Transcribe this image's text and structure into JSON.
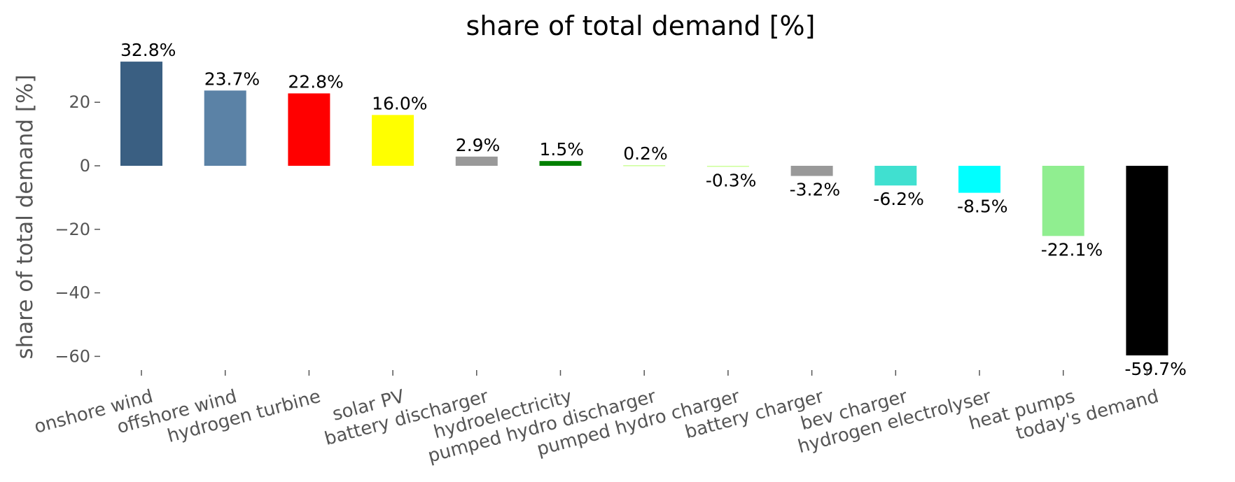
{
  "chart_data": {
    "type": "bar",
    "title": "share of total demand [%]",
    "ylabel": "share of total demand [%]",
    "xlabel": "",
    "ylim": [
      -65,
      37
    ],
    "yticks": [
      20,
      0,
      -20,
      -40,
      -60
    ],
    "ytick_labels": [
      "20",
      "0",
      "−20",
      "−40",
      "−60"
    ],
    "grid": false,
    "categories": [
      "onshore wind",
      "offshore wind",
      "hydrogen turbine",
      "solar PV",
      "battery discharger",
      "hydroelectricity",
      "pumped hydro discharger",
      "pumped hydro charger",
      "battery charger",
      "bev charger",
      "hydrogen electrolyser",
      "heat pumps",
      "today's demand"
    ],
    "values": [
      32.8,
      23.7,
      22.8,
      16.0,
      2.9,
      1.5,
      0.2,
      -0.3,
      -3.2,
      -6.2,
      -8.5,
      -22.1,
      -59.7
    ],
    "value_labels": [
      "32.8%",
      "23.7%",
      "22.8%",
      "16.0%",
      "2.9%",
      "1.5%",
      "0.2%",
      "-0.3%",
      "-3.2%",
      "-6.2%",
      "-8.5%",
      "-22.1%",
      "-59.7%"
    ],
    "colors": [
      "#3a5f82",
      "#5b82a6",
      "#ff0000",
      "#ffff00",
      "#999999",
      "#008000",
      "#ccff99",
      "#ccff99",
      "#999999",
      "#40e0d0",
      "#00ffff",
      "#90ee90",
      "#000000"
    ]
  }
}
